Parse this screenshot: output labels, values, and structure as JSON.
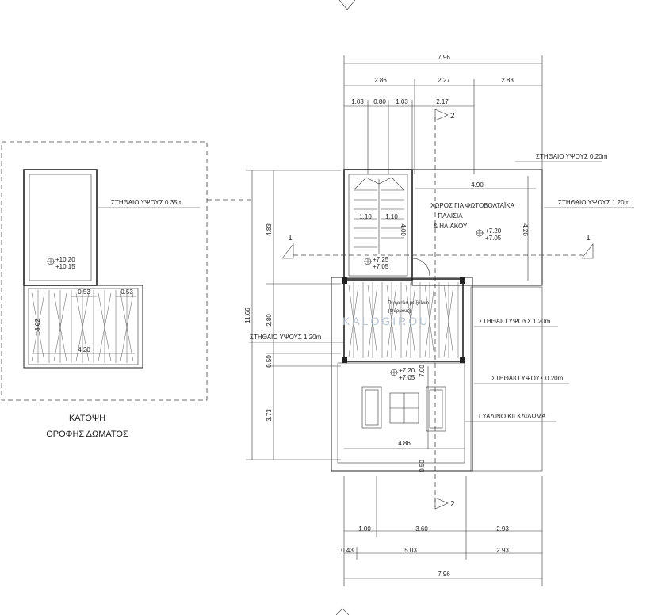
{
  "dims": {
    "top_total": "7.96",
    "top_row2": [
      "2.86",
      "2.27",
      "2.83"
    ],
    "top_row3": [
      "1.03",
      "0.80",
      "1.03",
      "2.17"
    ],
    "bottom_row1": [
      "1.00",
      "3.60",
      "2.93"
    ],
    "bottom_row2": [
      "0.43",
      "5.03",
      "2.93"
    ],
    "bottom_total": "7.96",
    "left_total": "11.66",
    "left_parts": [
      "4.83",
      "2.80",
      "0.50",
      "3.73"
    ],
    "stair_w1": "1.10",
    "stair_w2": "1.10",
    "stair_h": "4.00",
    "pv_width": "4.90",
    "pv_height": "4.26",
    "terrace_h": "7.00",
    "terrace_w": "4.86",
    "terrace_bottom": "0.50",
    "roof_w1": "0.53",
    "roof_w2": "0.53",
    "roof_h": "3.02",
    "roof_w": "4.20"
  },
  "labels": {
    "parapet_020_top": "ΣΤΗΘΑΙΟ ΥΨΟΥΣ 0.20m",
    "parapet_120_right": "ΣΤΗΘΑΙΟ ΥΨΟΥΣ 1.20m",
    "parapet_120_mid": "ΣΤΗΘΑΙΟ ΥΨΟΥΣ 1.20m",
    "parapet_120_left": "ΣΤΗΘΑΙΟ ΥΨΟΥΣ 1.20m",
    "parapet_020_bottom": "ΣΤΗΘΑΙΟ ΥΨΟΥΣ 0.20m",
    "glass_railing": "ΓΥΑΛΙΝΟ ΚΙΓΚΛΙΔΩΜΑ",
    "parapet_035": "ΣΤΗΘΑΙΟ ΥΨΟΥΣ 0.35m",
    "pv_line1": "ΧΩΡΟΣ ΓΙΑ ΦΩΤΟΒΟΛΤΑΪΚΑ",
    "pv_line2": "ΠΛΑΙΣΙΑ",
    "pv_line3": "& ΗΛΙΑΚΟΥ",
    "pergola_line1": "Πέργκολα με ξύλινο",
    "pergola_line2": "(Φάρμους)",
    "plan_title1": "ΚΑΤΟΨΗ",
    "plan_title2": "ΟΡΟΦΗΣ ΔΩΜΑΤΟΣ",
    "watermark": "KALOGIROU",
    "section_1_left": "1",
    "section_1_right": "1",
    "section_2_top": "2",
    "section_2_bottom": "2"
  },
  "levels": {
    "pv_top": "+7.20",
    "pv_bottom": "+7.05",
    "stair_top": "+7.25",
    "stair_bottom": "+7.05",
    "terrace_top": "+7.20",
    "terrace_bottom": "+7.05",
    "roof_top": "+10.20",
    "roof_bottom": "+10.15"
  }
}
